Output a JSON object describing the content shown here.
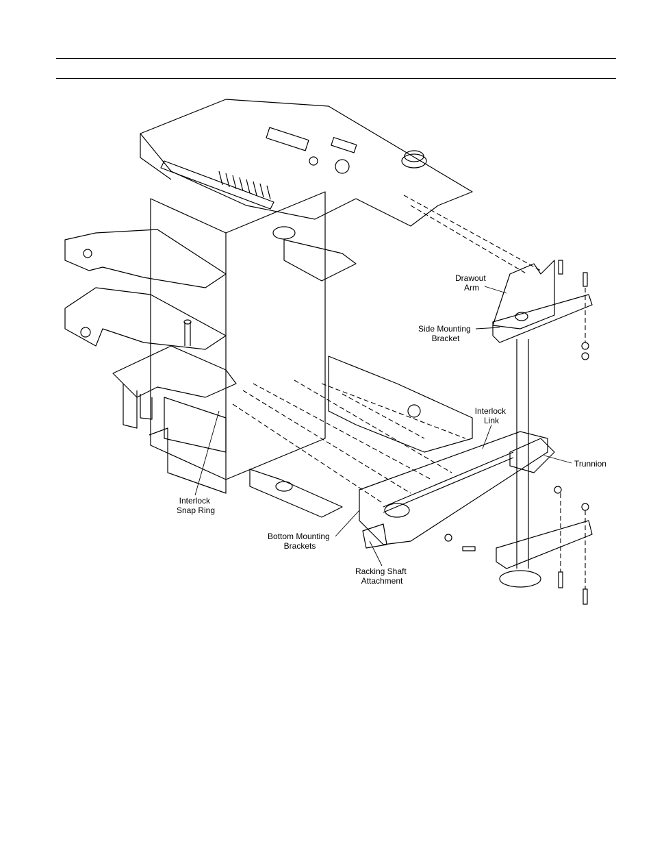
{
  "diagram": {
    "callouts": {
      "drawout_arm": [
        "Drawout",
        "Arm"
      ],
      "side_mounting_bracket": [
        "Side Mounting",
        "Bracket"
      ],
      "interlock_link": [
        "Interlock",
        "Link"
      ],
      "trunnion": [
        "Trunnion"
      ],
      "interlock_snap_ring": [
        "Interlock",
        "Snap Ring"
      ],
      "bottom_mounting_brackets": [
        "Bottom Mounting",
        "Brackets"
      ],
      "racking_shaft_attachment": [
        "Racking Shaft",
        "Attachment"
      ]
    }
  }
}
